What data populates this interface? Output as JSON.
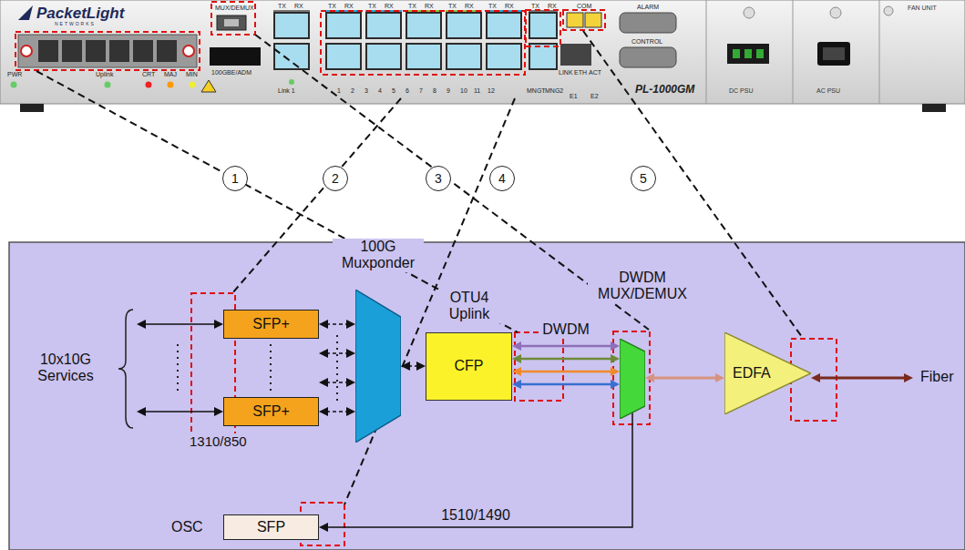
{
  "diagram": {
    "nodes": [
      {
        "text": [
          "SFP+"
        ]
      },
      {
        "text": [
          "SFP+"
        ]
      },
      {
        "text": [
          "100G Muxponder"
        ]
      },
      {
        "text": [
          "OTU4 Uplink",
          "CFP"
        ]
      },
      {
        "text": [
          "DWDM MUX/DEMUX"
        ]
      },
      {
        "text": [
          "EDFA"
        ]
      },
      {
        "text": [
          "SFP"
        ]
      }
    ],
    "edges": [
      {
        "from": 0,
        "to": 2,
        "arrow": "both"
      },
      {
        "from": 1,
        "to": 2,
        "arrow": "both"
      },
      {
        "from": 2,
        "to": 3,
        "arrow": "both"
      },
      {
        "from": 3,
        "to": 4,
        "arrow": "both",
        "label": "DWDM"
      },
      {
        "from": 3,
        "to": 4,
        "arrow": "both"
      },
      {
        "from": 3,
        "to": 4,
        "arrow": "both"
      },
      {
        "from": 3,
        "to": 4,
        "arrow": "both"
      },
      {
        "from": 4,
        "to": 5,
        "arrow": "both"
      },
      {
        "from": 4,
        "to": 6,
        "arrow": "to",
        "label": "1510/1490"
      }
    ],
    "labels": [
      "PacketLight",
      "NETWORKS",
      "MUX/DEMUX",
      "100GBE/ADM",
      "PWR",
      "Uplink",
      "CRT",
      "MAJ",
      "MIN",
      "Link 1",
      "TX",
      "RX",
      "TX",
      "RX",
      "TX",
      "RX",
      "TX",
      "RX",
      "TX",
      "RX",
      "TX",
      "RX",
      "TX",
      "RX",
      "1",
      "2",
      "3",
      "4",
      "5",
      "6",
      "7",
      "8",
      "9",
      "10",
      "11",
      "12",
      "MNGT",
      "MNG2",
      "COM",
      "ALARM",
      "CONTROL",
      "LINK",
      "ETH",
      "ACT",
      "E1",
      "E2",
      "PL-1000GM",
      "DC PSU",
      "AC PSU",
      "FAN UNIT",
      "1",
      "2",
      "3",
      "4",
      "5",
      "10x10G Services",
      "1310/850",
      "OSC",
      "Fiber"
    ]
  }
}
